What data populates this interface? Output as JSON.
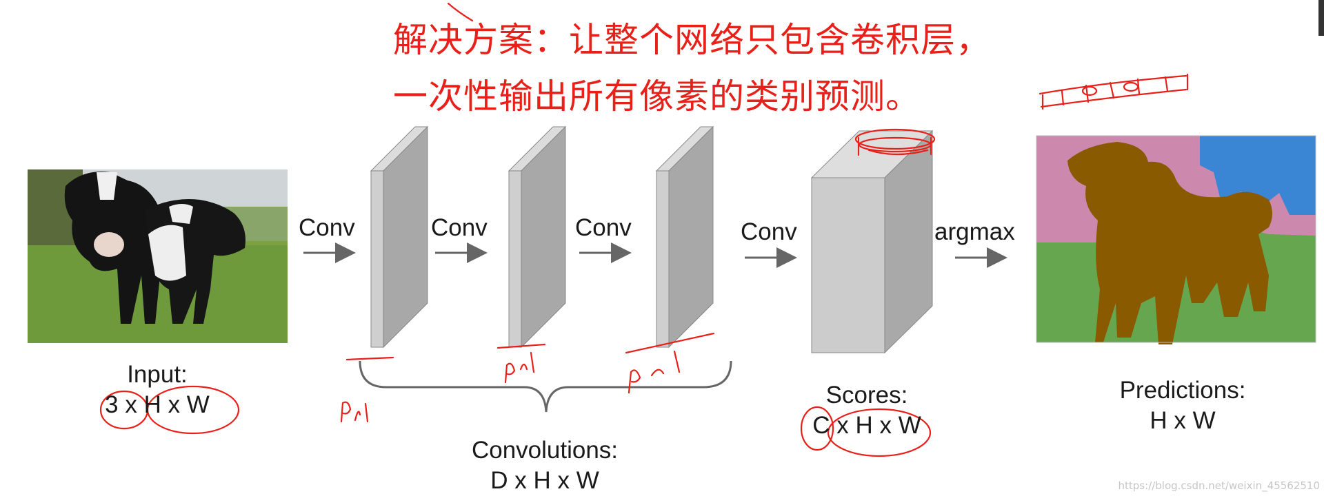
{
  "headline": {
    "line1": "解决方案：让整个网络只包含卷积层，",
    "line2": "一次性输出所有像素的类别预测。"
  },
  "arrows": {
    "conv1": "Conv",
    "conv2": "Conv",
    "conv3": "Conv",
    "conv4": "Conv",
    "argmax": "argmax"
  },
  "input": {
    "title": "Input:",
    "dims": "3 x H x W"
  },
  "convolutions": {
    "title": "Convolutions:",
    "dims": "D x H x W"
  },
  "scores": {
    "title": "Scores:",
    "dims": "C x H x W"
  },
  "predictions": {
    "title": "Predictions:",
    "dims": "H x W"
  },
  "watermark": "https://blog.csdn.net/weixin_45562510",
  "colors": {
    "annotation": "#e8201a",
    "segment_sky": "#3a86d4",
    "segment_building": "#cc89ad",
    "segment_grass": "#66a64f",
    "segment_cow": "#8a5a00"
  }
}
